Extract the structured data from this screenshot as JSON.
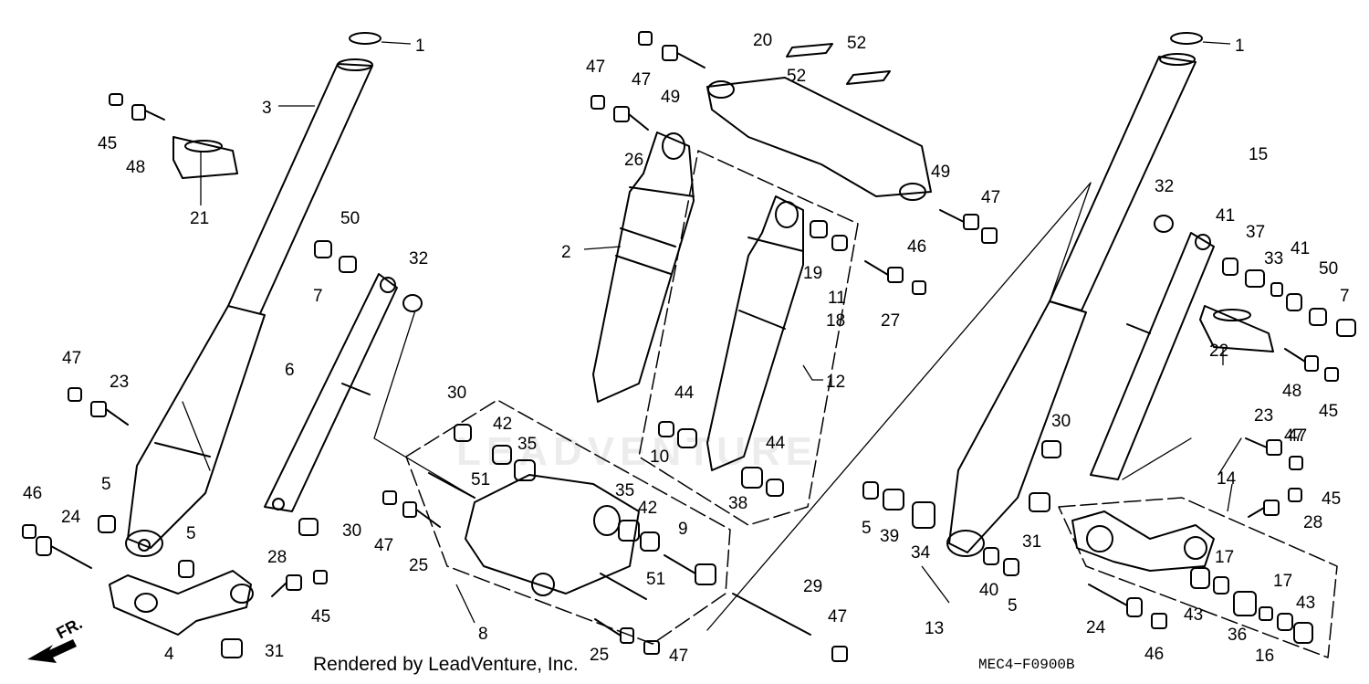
{
  "diagram": {
    "footer_text": "Rendered by LeadVenture, Inc.",
    "diagram_code": "MEC4−F0900B",
    "direction_label": "FR.",
    "watermark": "LEADVENTURE",
    "callouts": [
      "1",
      "1",
      "2",
      "3",
      "4",
      "5",
      "5",
      "5",
      "5",
      "6",
      "7",
      "7",
      "8",
      "9",
      "10",
      "11",
      "12",
      "13",
      "14",
      "15",
      "16",
      "17",
      "17",
      "18",
      "19",
      "20",
      "21",
      "22",
      "23",
      "23",
      "24",
      "24",
      "25",
      "25",
      "26",
      "27",
      "28",
      "28",
      "29",
      "30",
      "30",
      "30",
      "31",
      "31",
      "32",
      "32",
      "33",
      "34",
      "35",
      "35",
      "36",
      "37",
      "38",
      "39",
      "40",
      "41",
      "41",
      "42",
      "42",
      "43",
      "43",
      "44",
      "44",
      "45",
      "45",
      "45",
      "46",
      "46",
      "46",
      "47",
      "47",
      "47",
      "47",
      "47",
      "47",
      "47",
      "47",
      "47",
      "48",
      "48",
      "49",
      "49",
      "50",
      "50",
      "51",
      "51",
      "52",
      "52"
    ]
  }
}
